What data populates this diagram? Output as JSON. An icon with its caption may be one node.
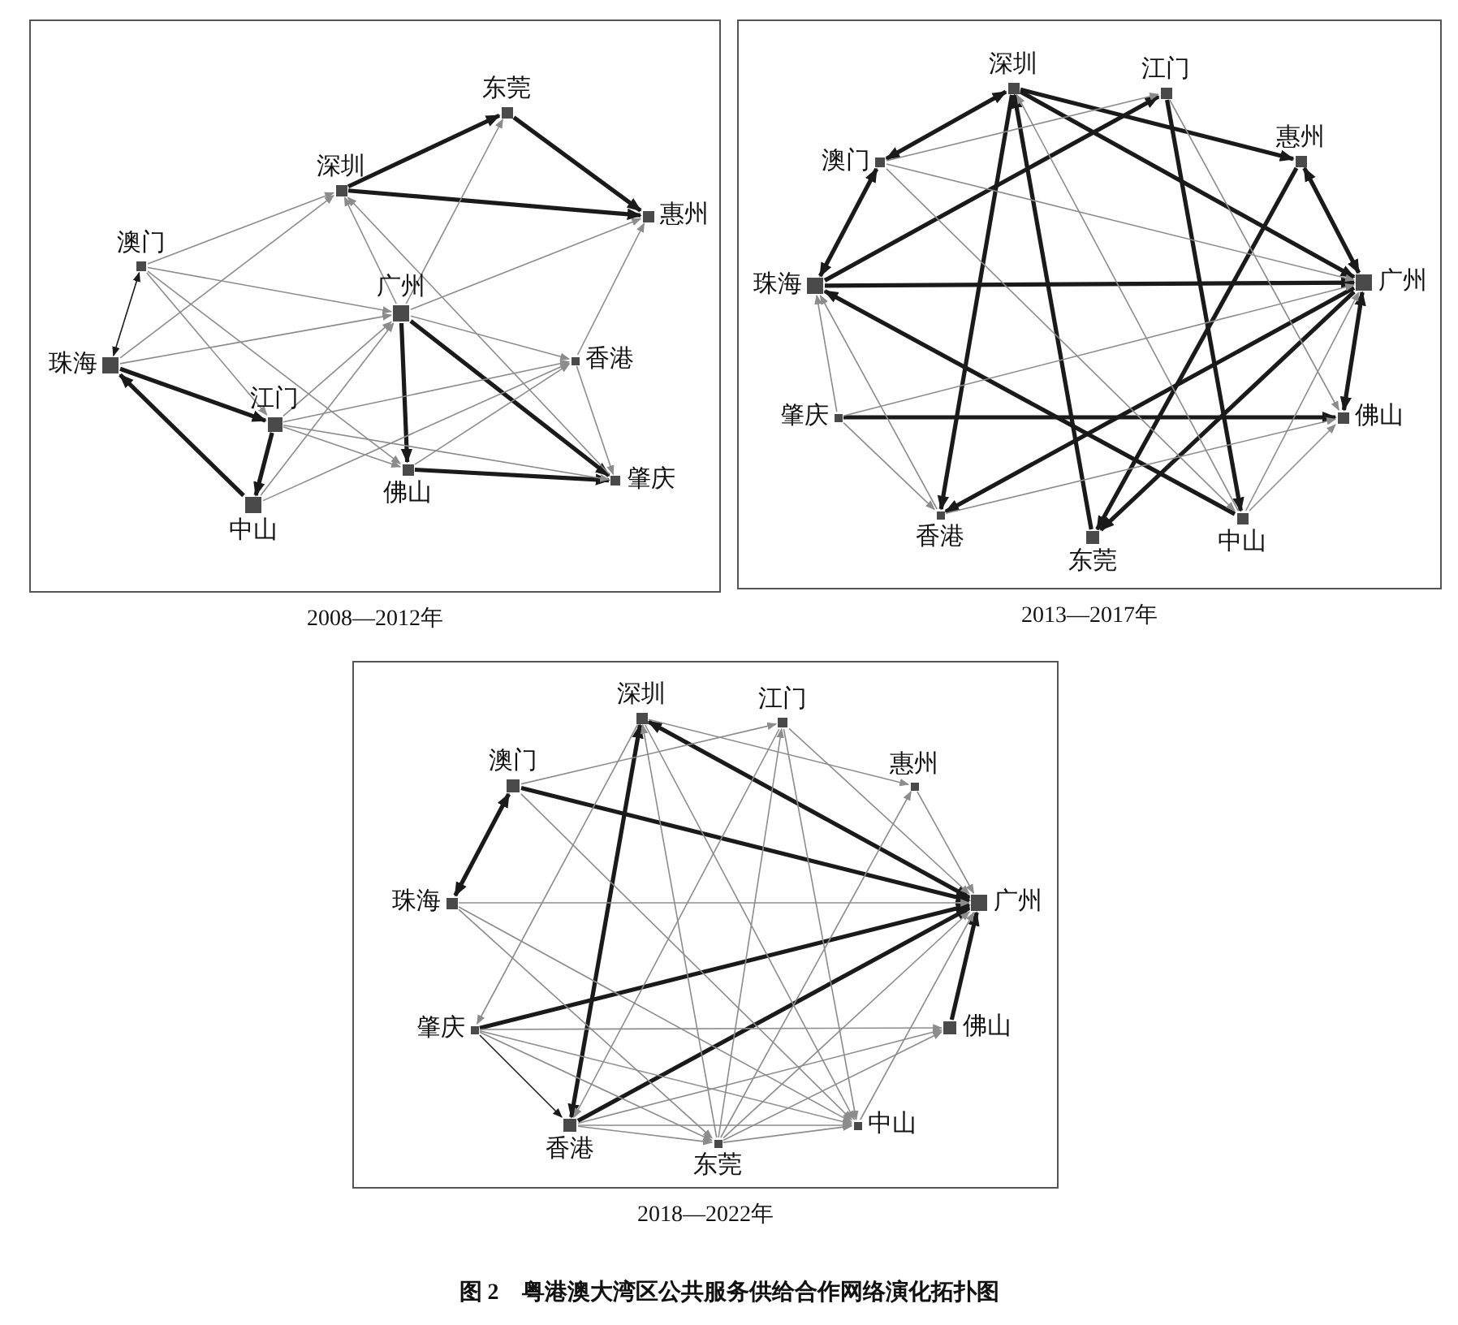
{
  "diagram": {
    "caption": "图 2　粤港澳大湾区公共服务供给合作网络演化拓扑图",
    "nodes": [
      {
        "text": [
          "2008—2012年"
        ]
      },
      {
        "text": [
          "东莞"
        ],
        "in": 0
      },
      {
        "text": [
          "深圳"
        ],
        "in": 0
      },
      {
        "text": [
          "惠州"
        ],
        "in": 0
      },
      {
        "text": [
          "澳门"
        ],
        "in": 0
      },
      {
        "text": [
          "广州"
        ],
        "in": 0
      },
      {
        "text": [
          "珠海"
        ],
        "in": 0
      },
      {
        "text": [
          "香港"
        ],
        "in": 0
      },
      {
        "text": [
          "江门"
        ],
        "in": 0
      },
      {
        "text": [
          "佛山"
        ],
        "in": 0
      },
      {
        "text": [
          "肇庆"
        ],
        "in": 0
      },
      {
        "text": [
          "中山"
        ],
        "in": 0
      },
      {
        "text": [
          "2013—2017年"
        ]
      },
      {
        "text": [
          "深圳"
        ],
        "in": 12
      },
      {
        "text": [
          "江门"
        ],
        "in": 12
      },
      {
        "text": [
          "澳门"
        ],
        "in": 12
      },
      {
        "text": [
          "惠州"
        ],
        "in": 12
      },
      {
        "text": [
          "珠海"
        ],
        "in": 12
      },
      {
        "text": [
          "广州"
        ],
        "in": 12
      },
      {
        "text": [
          "肇庆"
        ],
        "in": 12
      },
      {
        "text": [
          "佛山"
        ],
        "in": 12
      },
      {
        "text": [
          "香港"
        ],
        "in": 12
      },
      {
        "text": [
          "中山"
        ],
        "in": 12
      },
      {
        "text": [
          "东莞"
        ],
        "in": 12
      },
      {
        "text": [
          "2018—2022年"
        ]
      },
      {
        "text": [
          "深圳"
        ],
        "in": 24
      },
      {
        "text": [
          "江门"
        ],
        "in": 24
      },
      {
        "text": [
          "澳门"
        ],
        "in": 24
      },
      {
        "text": [
          "惠州"
        ],
        "in": 24
      },
      {
        "text": [
          "珠海"
        ],
        "in": 24
      },
      {
        "text": [
          "广州"
        ],
        "in": 24
      },
      {
        "text": [
          "肇庆"
        ],
        "in": 24
      },
      {
        "text": [
          "佛山"
        ],
        "in": 24
      },
      {
        "text": [
          "香港"
        ],
        "in": 24
      },
      {
        "text": [
          "中山"
        ],
        "in": 24
      },
      {
        "text": [
          "东莞"
        ],
        "in": 24
      }
    ],
    "edges": [
      {
        "from": 2,
        "to": 1,
        "arrow": "to",
        "style": "thick",
        "color": "#1a1a1a"
      },
      {
        "from": 2,
        "to": 3,
        "arrow": "to",
        "style": "thick",
        "color": "#1a1a1a"
      },
      {
        "from": 1,
        "to": 3,
        "arrow": "to",
        "style": "thick",
        "color": "#1a1a1a"
      },
      {
        "from": 6,
        "to": 8,
        "arrow": "to",
        "style": "thick",
        "color": "#1a1a1a"
      },
      {
        "from": 11,
        "to": 6,
        "arrow": "to",
        "style": "thick",
        "color": "#1a1a1a"
      },
      {
        "from": 8,
        "to": 11,
        "arrow": "to",
        "style": "thick",
        "color": "#1a1a1a"
      },
      {
        "from": 5,
        "to": 9,
        "arrow": "to",
        "style": "thick",
        "color": "#1a1a1a"
      },
      {
        "from": 5,
        "to": 10,
        "arrow": "to",
        "style": "thick",
        "color": "#1a1a1a"
      },
      {
        "from": 9,
        "to": 10,
        "arrow": "to",
        "style": "thick",
        "color": "#1a1a1a"
      },
      {
        "from": 4,
        "to": 6,
        "arrow": "both",
        "color": "#1a1a1a"
      },
      {
        "from": 4,
        "to": 2,
        "arrow": "to"
      },
      {
        "from": 4,
        "to": 5,
        "arrow": "to"
      },
      {
        "from": 4,
        "to": 8,
        "arrow": "to"
      },
      {
        "from": 4,
        "to": 9,
        "arrow": "to"
      },
      {
        "from": 6,
        "to": 2,
        "arrow": "to"
      },
      {
        "from": 6,
        "to": 5,
        "arrow": "to"
      },
      {
        "from": 8,
        "to": 5,
        "arrow": "to"
      },
      {
        "from": 8,
        "to": 7,
        "arrow": "to"
      },
      {
        "from": 8,
        "to": 9,
        "arrow": "to"
      },
      {
        "from": 8,
        "to": 10,
        "arrow": "to"
      },
      {
        "from": 11,
        "to": 5,
        "arrow": "to"
      },
      {
        "from": 11,
        "to": 7,
        "arrow": "to"
      },
      {
        "from": 5,
        "to": 2,
        "arrow": "to"
      },
      {
        "from": 10,
        "to": 2,
        "arrow": "to"
      },
      {
        "from": 5,
        "to": 3,
        "arrow": "to"
      },
      {
        "from": 5,
        "to": 7,
        "arrow": "to"
      },
      {
        "from": 5,
        "to": 1,
        "arrow": "to"
      },
      {
        "from": 7,
        "to": 3,
        "arrow": "to"
      },
      {
        "from": 7,
        "to": 10,
        "arrow": "to"
      },
      {
        "from": 9,
        "to": 7,
        "arrow": "to"
      },
      {
        "from": 13,
        "to": 15,
        "arrow": "both",
        "style": "thick",
        "color": "#1a1a1a"
      },
      {
        "from": 15,
        "to": 17,
        "arrow": "both",
        "style": "thick",
        "color": "#1a1a1a"
      },
      {
        "from": 13,
        "to": 16,
        "arrow": "to",
        "style": "thick",
        "color": "#1a1a1a"
      },
      {
        "from": 13,
        "to": 18,
        "arrow": "to",
        "style": "thick",
        "color": "#1a1a1a"
      },
      {
        "from": 17,
        "to": 14,
        "arrow": "to",
        "style": "thick",
        "color": "#1a1a1a"
      },
      {
        "from": 17,
        "to": 18,
        "arrow": "to",
        "style": "thick",
        "color": "#1a1a1a"
      },
      {
        "from": 22,
        "to": 17,
        "arrow": "to",
        "style": "thick",
        "color": "#1a1a1a"
      },
      {
        "from": 13,
        "to": 21,
        "arrow": "to",
        "style": "thick",
        "color": "#1a1a1a"
      },
      {
        "from": 23,
        "to": 13,
        "arrow": "to",
        "style": "thick",
        "color": "#1a1a1a"
      },
      {
        "from": 14,
        "to": 22,
        "arrow": "to",
        "style": "thick",
        "color": "#1a1a1a"
      },
      {
        "from": 16,
        "to": 23,
        "arrow": "to",
        "style": "thick",
        "color": "#1a1a1a"
      },
      {
        "from": 18,
        "to": 23,
        "arrow": "to",
        "style": "thick",
        "color": "#1a1a1a"
      },
      {
        "from": 18,
        "to": 21,
        "arrow": "to",
        "style": "thick",
        "color": "#1a1a1a"
      },
      {
        "from": 16,
        "to": 18,
        "arrow": "both",
        "style": "thick",
        "color": "#1a1a1a"
      },
      {
        "from": 18,
        "to": 20,
        "arrow": "both",
        "style": "thick",
        "color": "#1a1a1a"
      },
      {
        "from": 19,
        "to": 20,
        "arrow": "to",
        "style": "thick",
        "color": "#1a1a1a"
      },
      {
        "from": 15,
        "to": 14,
        "arrow": "to"
      },
      {
        "from": 15,
        "to": 18,
        "arrow": "to"
      },
      {
        "from": 15,
        "to": 22,
        "arrow": "to"
      },
      {
        "from": 22,
        "to": 13,
        "arrow": "to"
      },
      {
        "from": 14,
        "to": 20,
        "arrow": "to"
      },
      {
        "from": 19,
        "to": 18,
        "arrow": "to"
      },
      {
        "from": 19,
        "to": 17,
        "arrow": "to"
      },
      {
        "from": 19,
        "to": 21,
        "arrow": "to"
      },
      {
        "from": 21,
        "to": 17,
        "arrow": "to"
      },
      {
        "from": 21,
        "to": 20,
        "arrow": "to"
      },
      {
        "from": 22,
        "to": 18,
        "arrow": "to"
      },
      {
        "from": 22,
        "to": 20,
        "arrow": "to"
      },
      {
        "from": 25,
        "to": 30,
        "arrow": "both",
        "style": "thick",
        "color": "#1a1a1a"
      },
      {
        "from": 27,
        "to": 30,
        "arrow": "to",
        "style": "thick",
        "color": "#1a1a1a"
      },
      {
        "from": 27,
        "to": 29,
        "arrow": "both",
        "style": "thick",
        "color": "#1a1a1a"
      },
      {
        "from": 33,
        "to": 25,
        "arrow": "both",
        "style": "thick",
        "color": "#1a1a1a"
      },
      {
        "from": 31,
        "to": 30,
        "arrow": "to",
        "style": "thick",
        "color": "#1a1a1a"
      },
      {
        "from": 33,
        "to": 30,
        "arrow": "to",
        "style": "thick",
        "color": "#1a1a1a"
      },
      {
        "from": 32,
        "to": 30,
        "arrow": "to",
        "style": "thick",
        "color": "#1a1a1a"
      },
      {
        "from": 31,
        "to": 33,
        "arrow": "to",
        "color": "#1a1a1a"
      },
      {
        "from": 27,
        "to": 26,
        "arrow": "to"
      },
      {
        "from": 25,
        "to": 28,
        "arrow": "to"
      },
      {
        "from": 29,
        "to": 30,
        "arrow": "to"
      },
      {
        "from": 29,
        "to": 34,
        "arrow": "to"
      },
      {
        "from": 29,
        "to": 35,
        "arrow": "to"
      },
      {
        "from": 27,
        "to": 34,
        "arrow": "to"
      },
      {
        "from": 26,
        "to": 30,
        "arrow": "to"
      },
      {
        "from": 26,
        "to": 34,
        "arrow": "to"
      },
      {
        "from": 26,
        "to": 33,
        "arrow": "to"
      },
      {
        "from": 35,
        "to": 26,
        "arrow": "to"
      },
      {
        "from": 35,
        "to": 28,
        "arrow": "to"
      },
      {
        "from": 35,
        "to": 25,
        "arrow": "to"
      },
      {
        "from": 35,
        "to": 30,
        "arrow": "to"
      },
      {
        "from": 35,
        "to": 32,
        "arrow": "to"
      },
      {
        "from": 35,
        "to": 34,
        "arrow": "to"
      },
      {
        "from": 33,
        "to": 35,
        "arrow": "to"
      },
      {
        "from": 33,
        "to": 34,
        "arrow": "to"
      },
      {
        "from": 33,
        "to": 32,
        "arrow": "to"
      },
      {
        "from": 31,
        "to": 32,
        "arrow": "to"
      },
      {
        "from": 31,
        "to": 35,
        "arrow": "to"
      },
      {
        "from": 31,
        "to": 34,
        "arrow": "to"
      },
      {
        "from": 25,
        "to": 31,
        "arrow": "to"
      },
      {
        "from": 25,
        "to": 34,
        "arrow": "to"
      },
      {
        "from": 28,
        "to": 30,
        "arrow": "to"
      },
      {
        "from": 34,
        "to": 30,
        "arrow": "to"
      }
    ]
  }
}
